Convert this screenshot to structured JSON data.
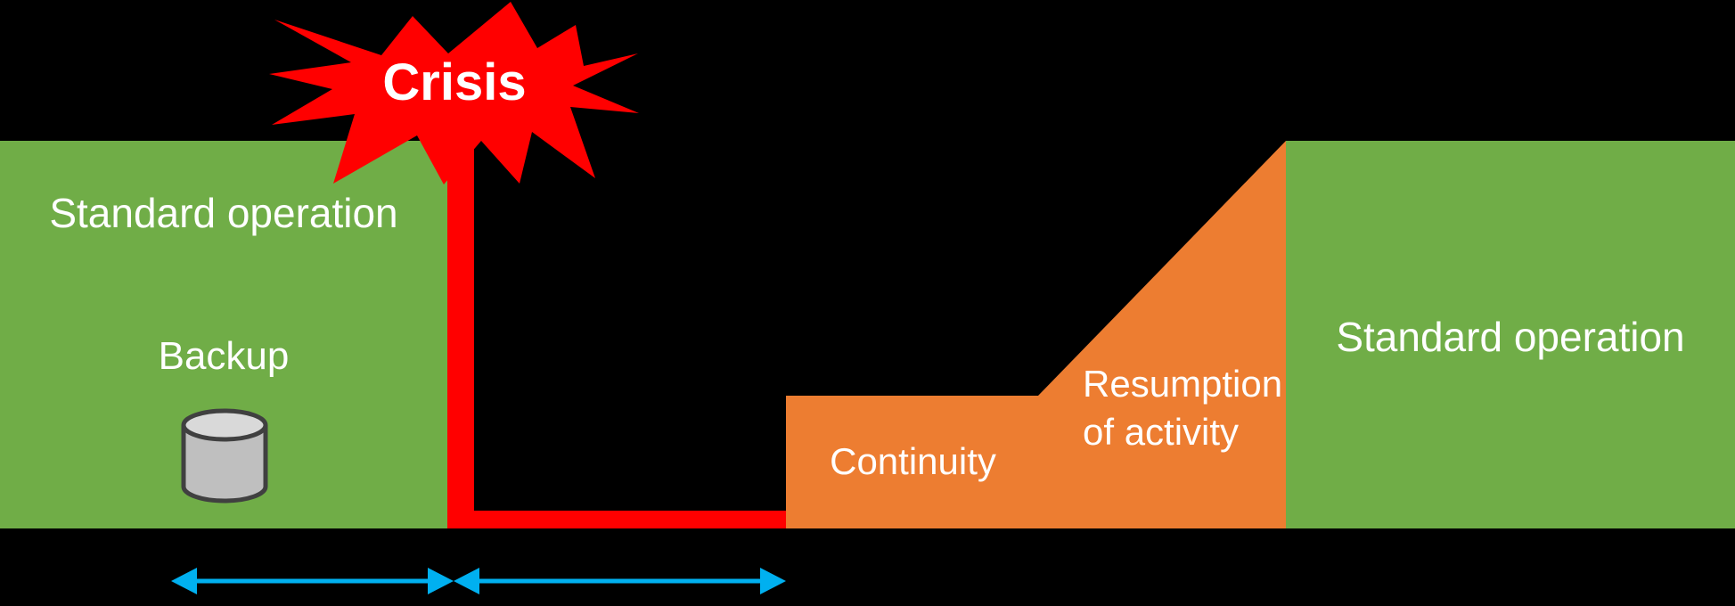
{
  "colors": {
    "background": "#000000",
    "green": "#70AD47",
    "orange": "#ED7D31",
    "red": "#FF0000",
    "blue": "#00B0F0",
    "cylinder_fill": "#BFBFBF",
    "cylinder_top": "#D9D9D9",
    "cylinder_stroke": "#404040",
    "text": "#FFFFFF"
  },
  "labels": {
    "left_standard_operation": "Standard operation",
    "backup": "Backup",
    "crisis": "Crisis",
    "continuity": "Continuity",
    "resumption_line1": "Resumption",
    "resumption_line2": "of activity",
    "right_standard_operation": "Standard operation"
  },
  "icons": {
    "backup_storage": "database-cylinder-icon",
    "crisis_burst": "explosion-icon",
    "timeline_left": "double-headed-arrow-icon",
    "timeline_right": "double-headed-arrow-icon"
  },
  "phases": [
    {
      "label": "Standard operation",
      "color": "#70AD47"
    },
    {
      "label": "Crisis",
      "color": "#FF0000"
    },
    {
      "label": "Continuity",
      "color": "#ED7D31"
    },
    {
      "label": "Resumption of activity",
      "color": "#ED7D31"
    },
    {
      "label": "Standard operation",
      "color": "#70AD47"
    }
  ]
}
